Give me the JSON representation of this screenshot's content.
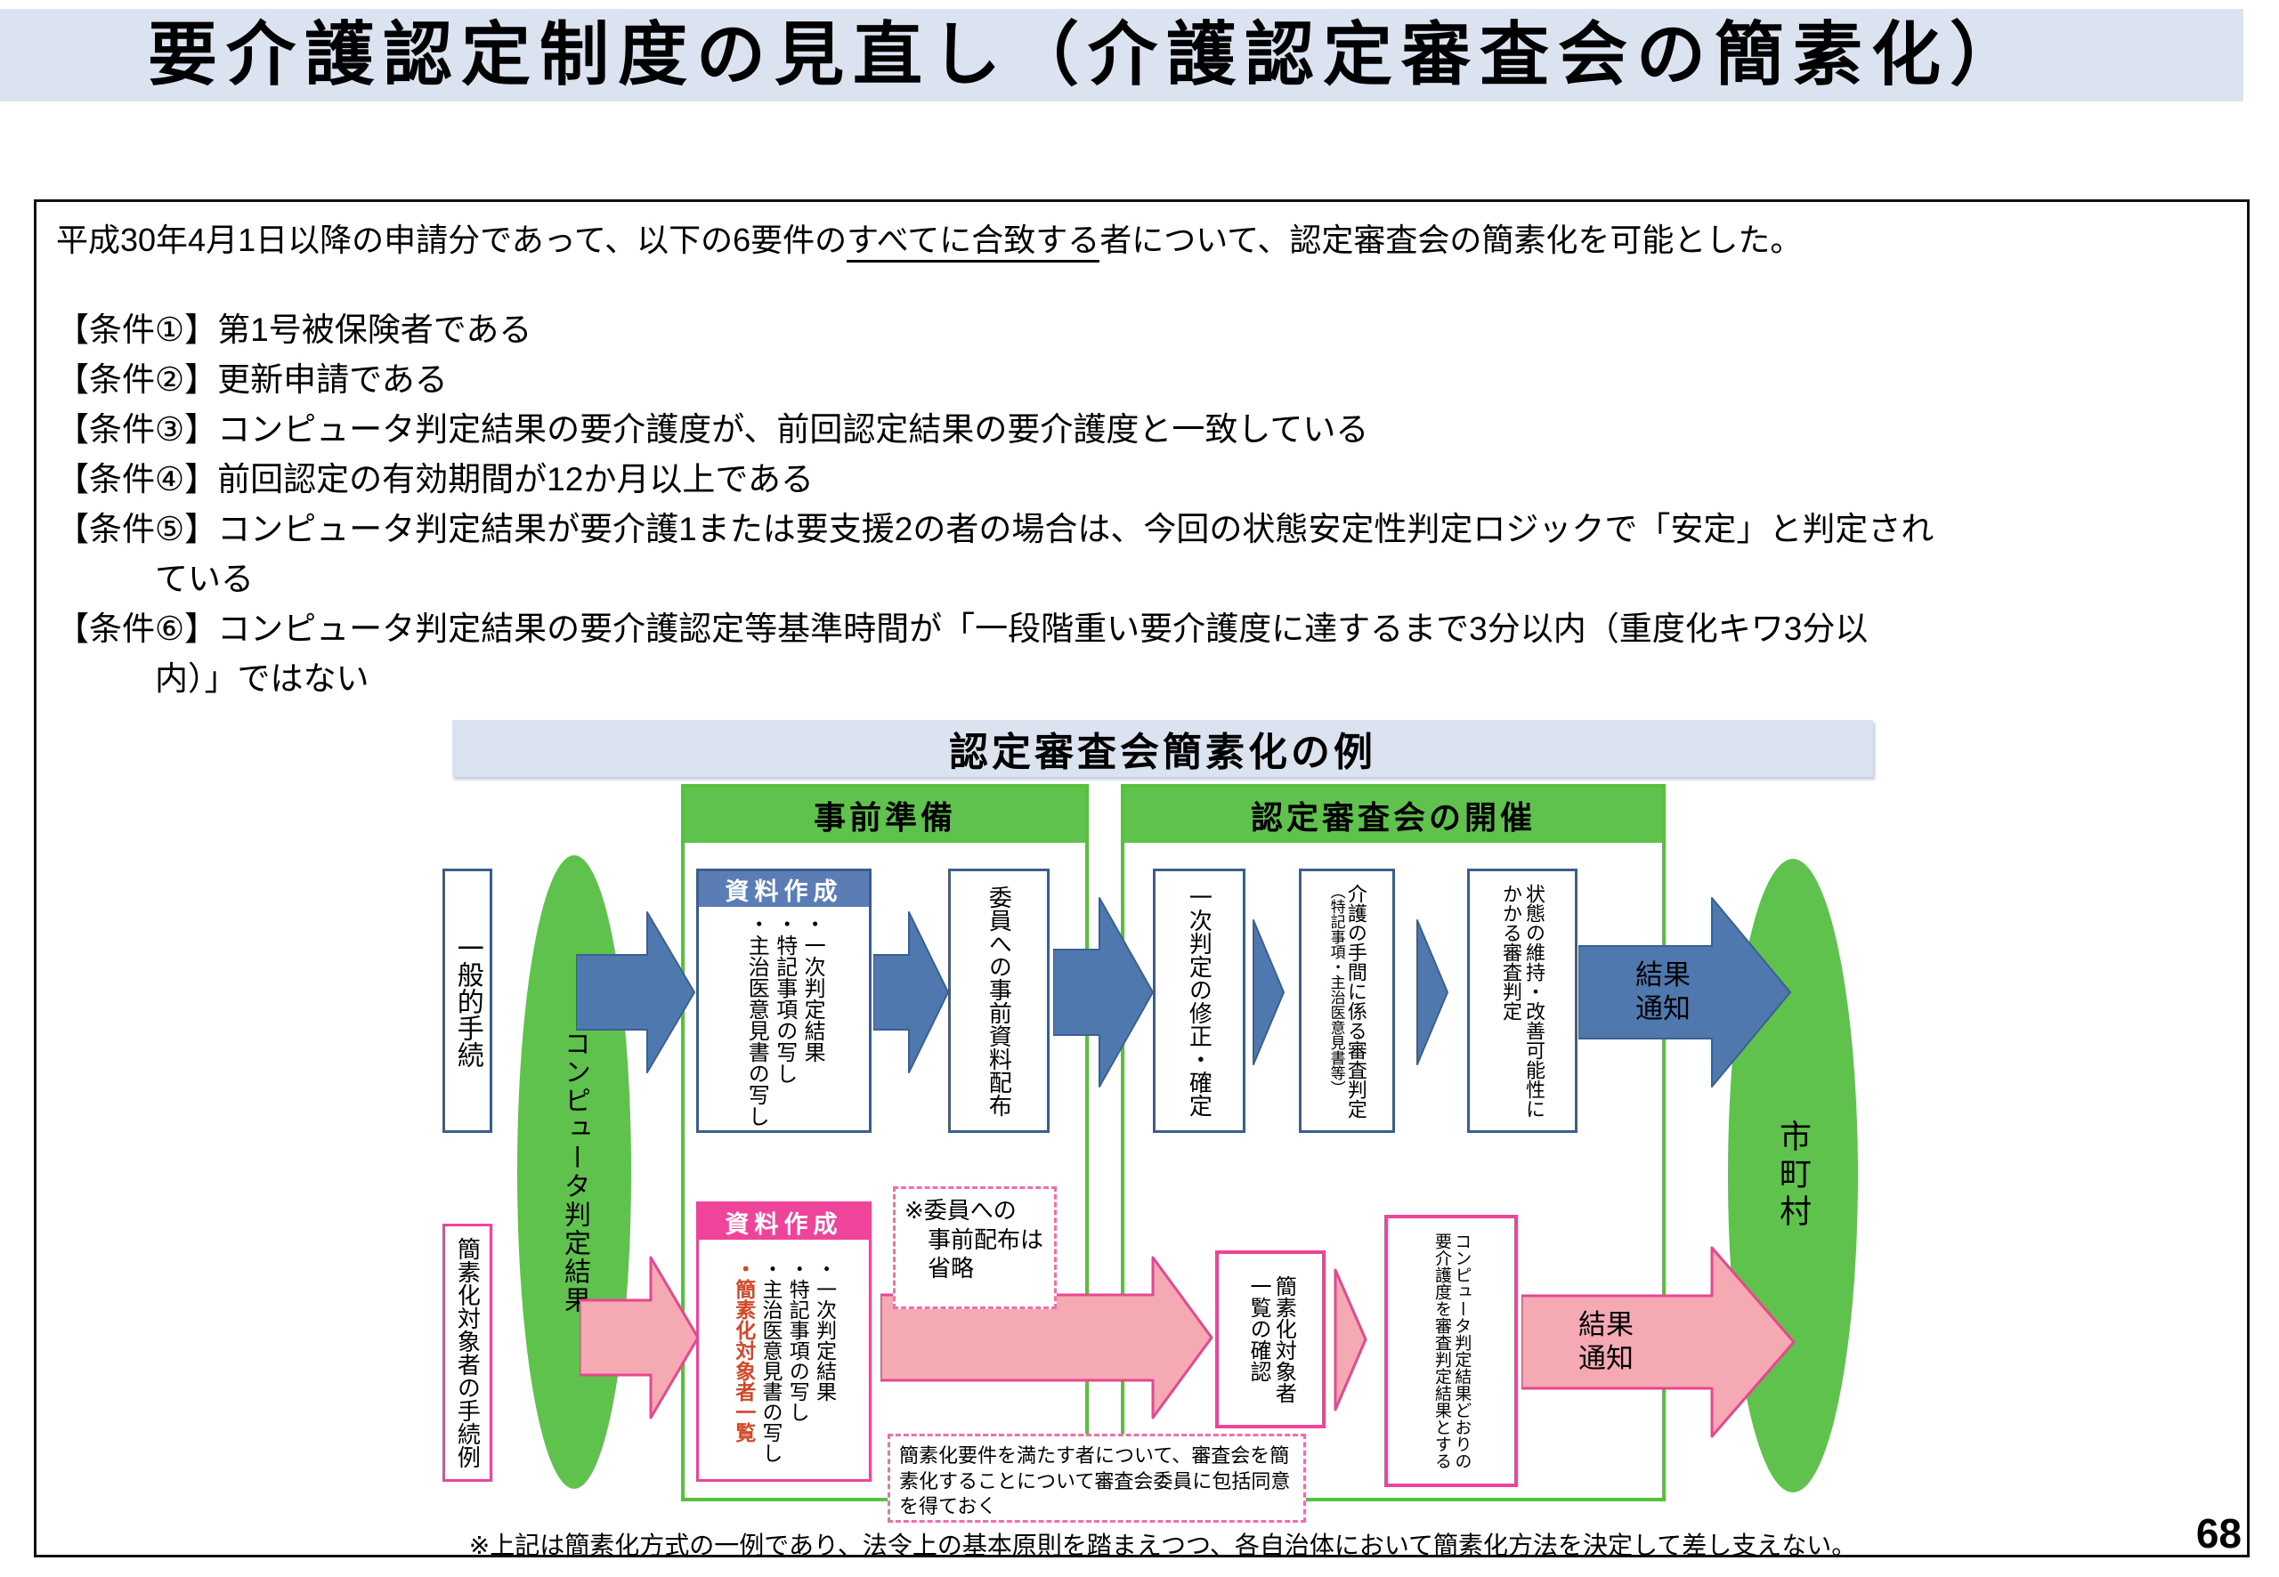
{
  "page": {
    "title": "要介護認定制度の見直し（介護認定審査会の簡素化）",
    "page_number": "68"
  },
  "intro": {
    "pre": "平成30年4月1日以降の申請分であって、以下の6要件の",
    "underlined": "すべてに合致する",
    "post": "者について、認定審査会の簡素化を可能とした。"
  },
  "conditions": [
    "【条件①】第1号被保険者である",
    "【条件②】更新申請である",
    "【条件③】コンピュータ判定結果の要介護度が、前回認定結果の要介護度と一致している",
    "【条件④】前回認定の有効期間が12か月以上である",
    "【条件⑤】コンピュータ判定結果が要介護1または要支援2の者の場合は、今回の状態安定性判定ロジックで「安定」と判定され\nている",
    "【条件⑥】コンピュータ判定結果の要介護認定等基準時間が「一段階重い要介護度に達するまで3分以内（重度化キワ3分以\n内）」ではない"
  ],
  "diagram": {
    "title": "認定審査会簡素化の例",
    "columns": [
      {
        "label": "事前準備"
      },
      {
        "label": "認定審査会の開催"
      }
    ],
    "input_ellipse": "コンピュータ判定結果",
    "output_ellipse": "市町村",
    "general": {
      "lane_label": "一般的手続",
      "doc_box": {
        "header": "資料作成",
        "items": [
          "・一次判定結果",
          "・特記事項の写し",
          "・主治医意見書の写し"
        ]
      },
      "step_distribute": "委員への事前資料配布",
      "step_fix": "一次判定の修正・確定",
      "step_review_main": "介護の手間に係る審査判定",
      "step_review_sub": "（特記事項・主治医意見書等）",
      "step_state": "状態の維持・改善可能性に\nかかる審査判定",
      "result_label": "結果\n通知"
    },
    "simplified": {
      "lane_label": "簡素化対象者の手続例",
      "doc_box": {
        "header": "資料作成",
        "items": [
          "・一次判定結果",
          "・特記事項の写し",
          "・主治医意見書の写し"
        ],
        "highlight": "・簡素化対象者一覧"
      },
      "note_skip": "※委員への\n　事前配布は\n　省略",
      "step_confirm": "簡素化対象者\n一覧の確認",
      "step_adopt": "コンピュータ判定結果どおりの\n要介護度を審査判定結果とする",
      "note_consent": "簡素化要件を満たす者について、審査会を簡\n素化することについて審査会委員に包括同意\nを得ておく",
      "result_label": "結果\n通知"
    },
    "footnote": "※上記は簡素化方式の一例であり、法令上の基本原則を踏まえつつ、各自治体において簡素化方法を決定して差し支えない。"
  },
  "colors": {
    "title_bar_bg": "#dce3f0",
    "diagram_band_bg": "#dbe3f0",
    "green": "#5fc24c",
    "blue_arrow": "#4f79ae",
    "blue_box_border": "#3c5e8e",
    "blue_header": "#5b7db6",
    "pink": "#ee459b",
    "pink_arrow_fill": "#f4a9b3",
    "highlight_red": "#d2492a"
  }
}
